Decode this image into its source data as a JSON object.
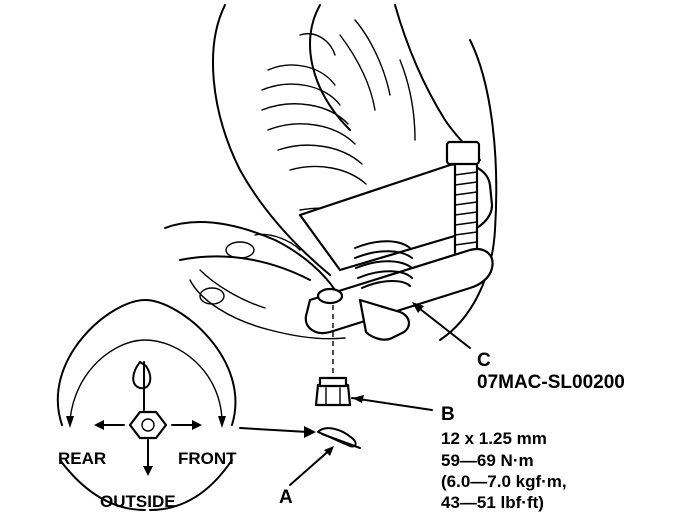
{
  "callouts": {
    "a": {
      "letter": "A"
    },
    "b": {
      "letter": "B",
      "size": "12 x 1.25 mm",
      "torque_nm": "59—69 N·m",
      "torque_kgf": "(6.0—7.0 kgf·m,",
      "torque_lbf": "43—51 lbf·ft)"
    },
    "c": {
      "letter": "C",
      "tool_number": "07MAC-SL00200"
    }
  },
  "inset": {
    "rear": "REAR",
    "front": "FRONT",
    "outside": "OUTSIDE"
  }
}
